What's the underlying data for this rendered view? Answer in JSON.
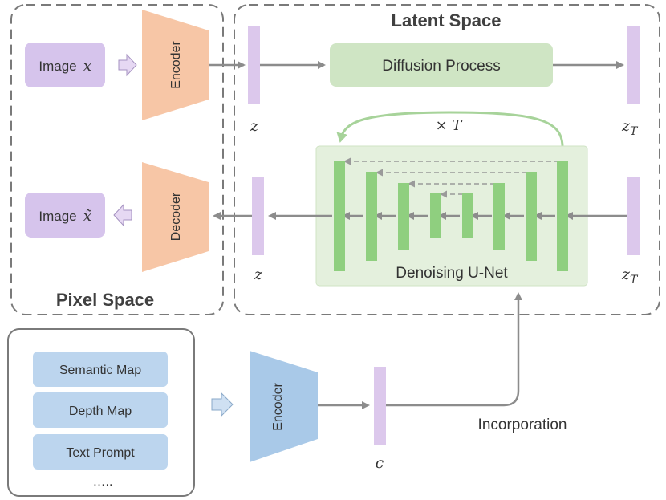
{
  "regions": {
    "latent_space": "Latent Space",
    "pixel_space": "Pixel Space"
  },
  "blocks": {
    "image_input_label": "Image ",
    "image_input_symbol": "x",
    "image_output_label": "Image ",
    "image_output_symbol": "x̃",
    "encoder_top": "Encoder",
    "decoder": "Decoder",
    "encoder_bottom": "Encoder",
    "diffusion_process": "Diffusion Process",
    "denoising_unet": "Denoising U-Net",
    "repeat_label": "× T"
  },
  "vectors": {
    "z_top": "z",
    "z_T_top_base": "z",
    "z_T_top_sub": "T",
    "z_bottom": "z",
    "z_T_bottom_base": "z",
    "z_T_bottom_sub": "T",
    "c": "c"
  },
  "conditions": {
    "items": [
      "Semantic Map",
      "Depth Map",
      "Text Prompt"
    ],
    "more": "….."
  },
  "edges": {
    "incorporation": "Incorporation"
  },
  "colors": {
    "latent_vector": "#dcc8ec",
    "image_box": "#d6c4ec",
    "encoder_decoder": "#f7c6a6",
    "diffusion_box": "#cfe5c4",
    "unet_panel": "#e4f0dd",
    "unet_bar": "#8fcf7f",
    "condition_box": "#bcd5ee",
    "condition_encoder": "#a9c9e8",
    "arrow": "#8c8c8c",
    "dashed_border": "#7a7a7a"
  }
}
